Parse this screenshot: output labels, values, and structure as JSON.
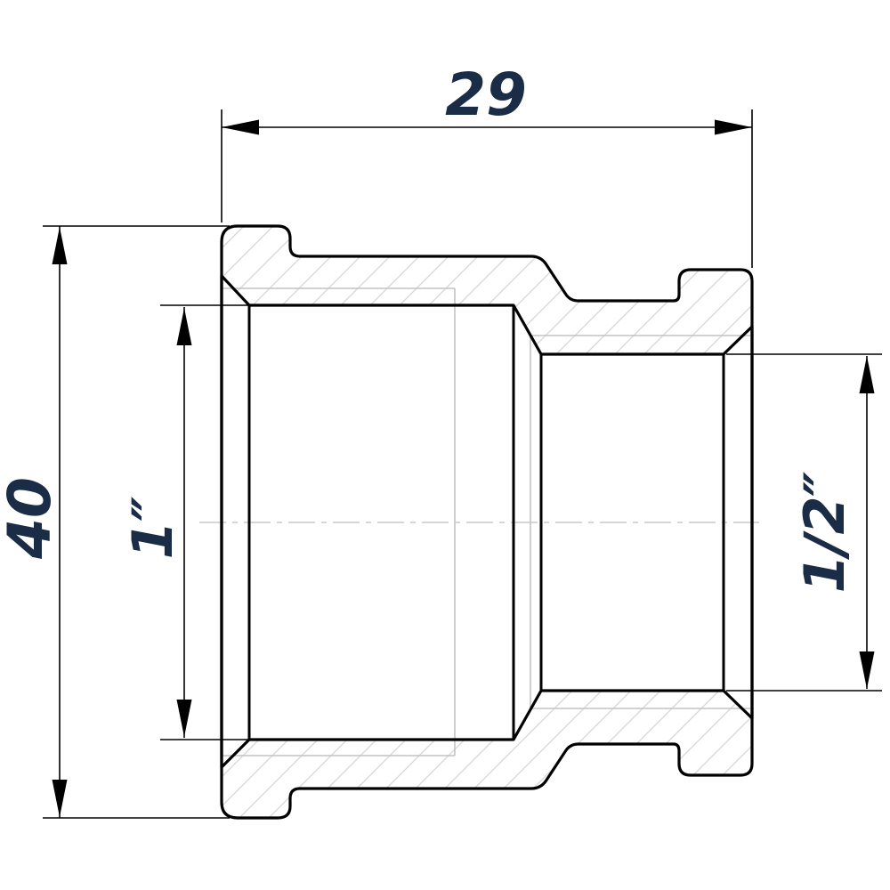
{
  "drawing": {
    "type": "technical-section-drawing",
    "subject": "reducing pipe socket cross-section",
    "labels": {
      "overall_length_mm": "29",
      "overall_height_mm": "40",
      "left_thread": "1″",
      "right_thread": "1/2″"
    },
    "colors": {
      "label": "#1b2c47",
      "outline": "#000000",
      "hatch": "#d9d9d9",
      "thin_thread_line": "#c3c3c3",
      "centerline": "#c9c9c9",
      "background": "#ffffff"
    }
  }
}
